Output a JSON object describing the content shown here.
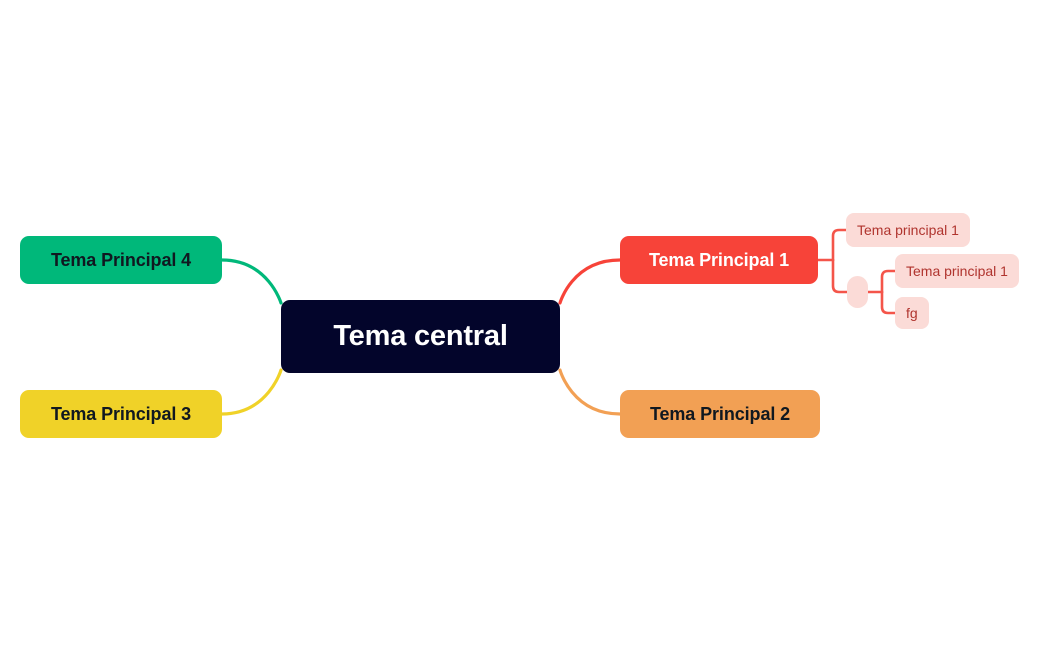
{
  "diagram": {
    "type": "mind-map",
    "title": "Tema central",
    "background_color": "#ffffff"
  },
  "central": {
    "label": "Tema central",
    "fill": "#03052b",
    "text_color": "#ffffff"
  },
  "branches": [
    {
      "id": "tema-principal-4",
      "label": "Tema Principal 4",
      "side": "left",
      "fill": "#00b87a",
      "text_color": "#101820",
      "connector_color": "#00b87a"
    },
    {
      "id": "tema-principal-3",
      "label": "Tema Principal 3",
      "side": "left",
      "fill": "#f0d228",
      "text_color": "#101820",
      "connector_color": "#f0d228"
    },
    {
      "id": "tema-principal-1",
      "label": "Tema Principal 1",
      "side": "right",
      "fill": "#f74339",
      "text_color": "#ffffff",
      "connector_color": "#f74339"
    },
    {
      "id": "tema-principal-2",
      "label": "Tema Principal 2",
      "side": "right",
      "fill": "#f2a054",
      "text_color": "#101820",
      "connector_color": "#f2a054"
    }
  ],
  "subnodes": [
    {
      "id": "sub-tema-principal-1a",
      "label": "Tema principal 1",
      "parent": "tema-principal-1",
      "fill": "#fbdbd7",
      "text_color": "#b0342e"
    },
    {
      "id": "sub-collapsed-node",
      "label": "",
      "parent": "tema-principal-1",
      "fill": "#fbdbd7",
      "text_color": "#b0342e"
    },
    {
      "id": "sub-tema-principal-1b",
      "label": "Tema principal 1",
      "parent": "sub-collapsed-node",
      "fill": "#fbdbd7",
      "text_color": "#b0342e"
    },
    {
      "id": "sub-fg",
      "label": "fg",
      "parent": "sub-collapsed-node",
      "fill": "#fbdbd7",
      "text_color": "#b0342e"
    }
  ],
  "connector_colors": {
    "green": "#00b87a",
    "yellow": "#f0d228",
    "red": "#f74339",
    "orange": "#f2a054",
    "pink_line": "#f4554a"
  }
}
